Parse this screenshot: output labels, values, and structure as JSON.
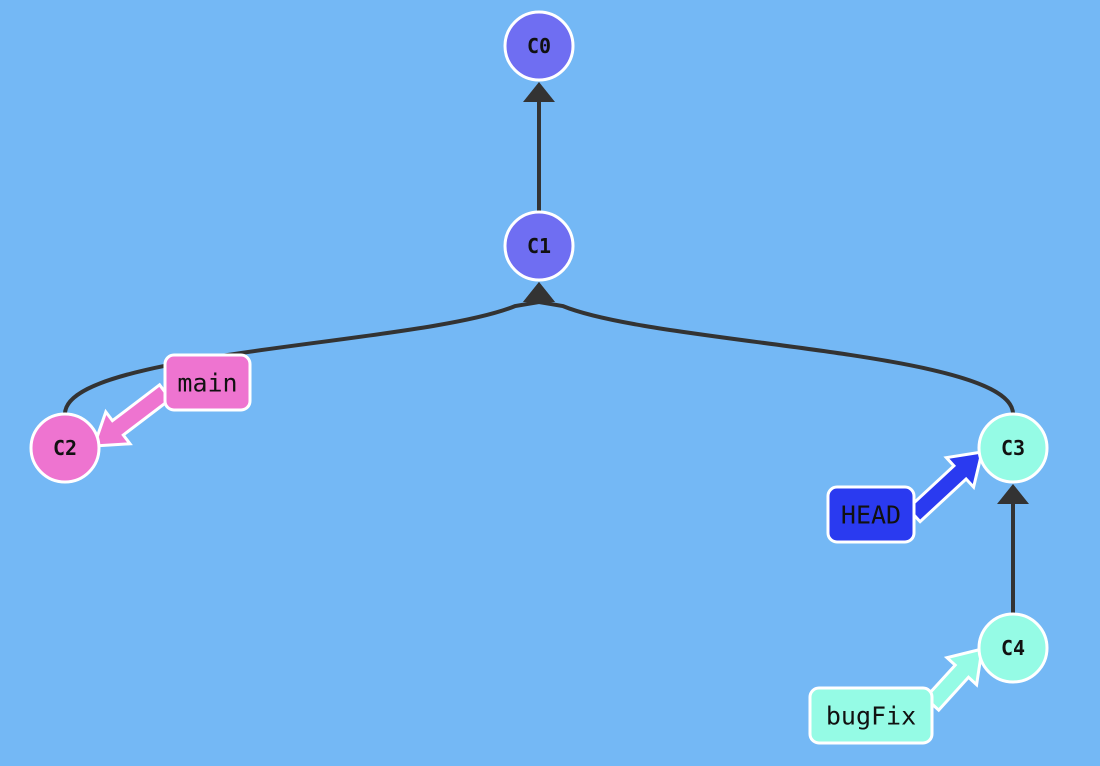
{
  "commits": [
    {
      "id": "C0",
      "label": "C0",
      "color": "#6f6ef2",
      "parent": null
    },
    {
      "id": "C1",
      "label": "C1",
      "color": "#6f6ef2",
      "parent": "C0"
    },
    {
      "id": "C2",
      "label": "C2",
      "color": "#ee74d0",
      "parent": "C1"
    },
    {
      "id": "C3",
      "label": "C3",
      "color": "#95fbe5",
      "parent": "C1"
    },
    {
      "id": "C4",
      "label": "C4",
      "color": "#95fbe5",
      "parent": "C3"
    }
  ],
  "refs": [
    {
      "id": "main",
      "label": "main",
      "target": "C2",
      "color": "#ee74d0",
      "text_color": "#111111"
    },
    {
      "id": "HEAD",
      "label": "HEAD",
      "target": "C3",
      "color": "#2a3af0",
      "text_color": "#111111"
    },
    {
      "id": "bugFix",
      "label": "bugFix",
      "target": "C4",
      "color": "#95fbe5",
      "text_color": "#111111"
    }
  ],
  "colors": {
    "background": "#74b8f5",
    "edge": "#333333",
    "outline": "#ffffff"
  }
}
